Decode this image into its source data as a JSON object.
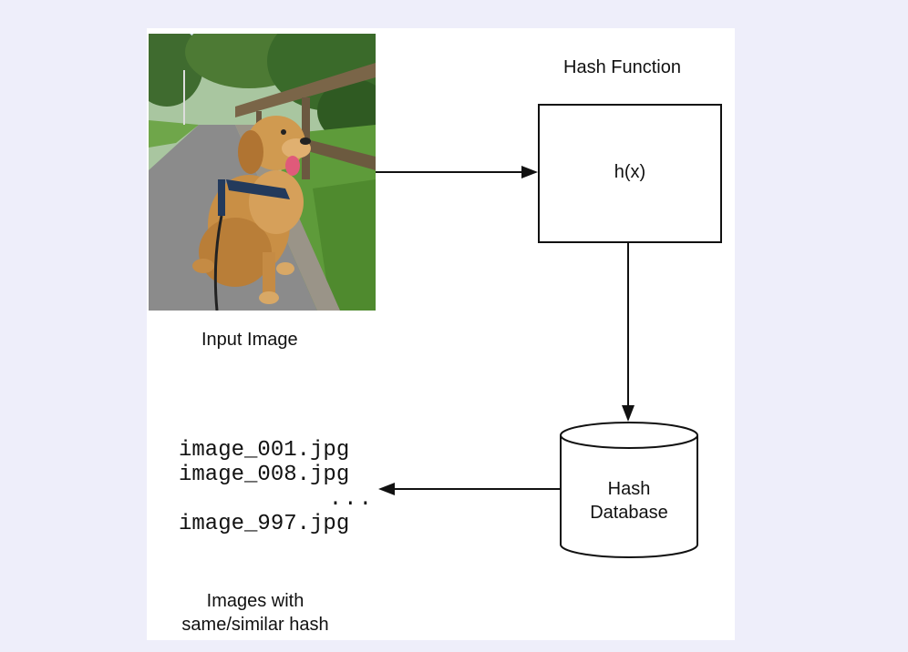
{
  "nodes": {
    "input_image_label": "Input Image",
    "hash_function_title": "Hash Function",
    "hash_function_box": "h(x)",
    "hash_database_line1": "Hash",
    "hash_database_line2": "Database",
    "result_label_line1": "Images with",
    "result_label_line2": "same/similar hash"
  },
  "results": {
    "files": [
      "image_001.jpg",
      "image_008.jpg",
      "...",
      "image_997.jpg"
    ]
  },
  "colors": {
    "background": "#eeeefa",
    "panel": "#ffffff",
    "stroke": "#111111"
  }
}
